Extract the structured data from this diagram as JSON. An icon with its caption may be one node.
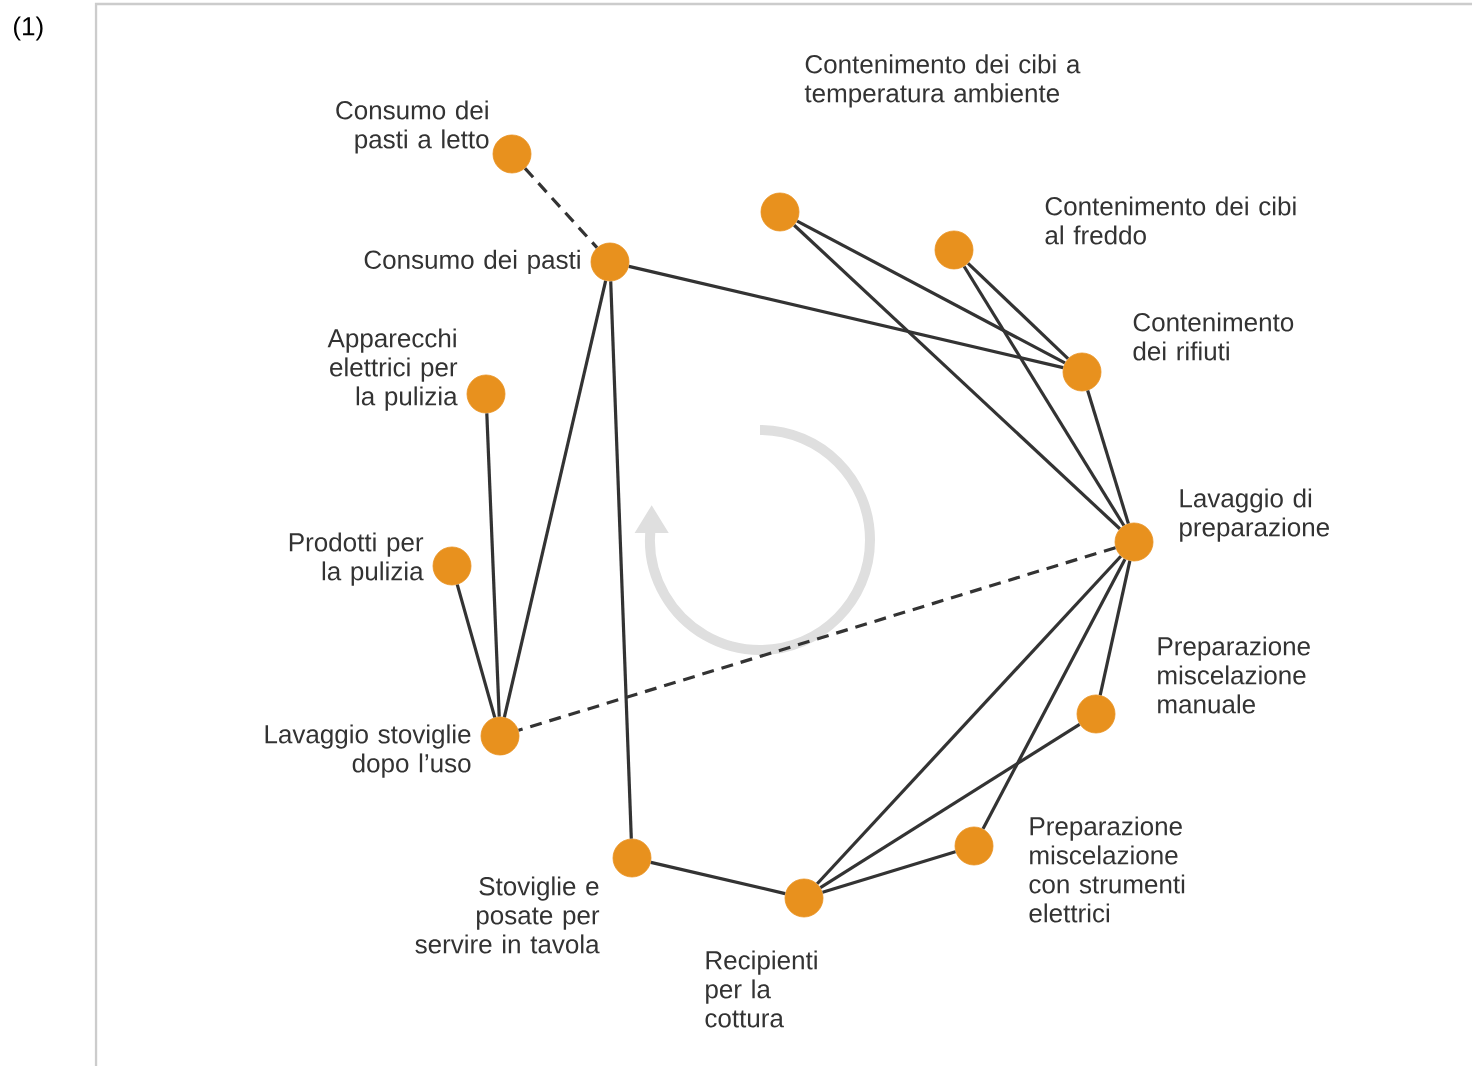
{
  "diagram": {
    "nodes": [
      {
        "text": [],
        "shape": "circle",
        "beside": [
          "Consumo dei pasti a letto"
        ]
      },
      {
        "text": [],
        "shape": "circle",
        "beside": [
          "Consumo dei pasti"
        ]
      },
      {
        "text": [],
        "shape": "circle",
        "beside": [
          "Contenimento dei cibi a temperatura ambiente"
        ]
      },
      {
        "text": [],
        "shape": "circle",
        "beside": [
          "Contenimento dei cibi al freddo"
        ]
      },
      {
        "text": [],
        "shape": "circle",
        "beside": [
          "Contenimento dei rifiuti"
        ]
      },
      {
        "text": [],
        "shape": "circle",
        "beside": [
          "Lavaggio di preparazione"
        ]
      },
      {
        "text": [],
        "shape": "circle",
        "beside": [
          "Preparazione miscelazione manuale"
        ]
      },
      {
        "text": [],
        "shape": "circle",
        "beside": [
          "Preparazione miscelazione con strumenti elettrici"
        ]
      },
      {
        "text": [],
        "shape": "circle",
        "beside": [
          "Recipienti per la cottura"
        ]
      },
      {
        "text": [],
        "shape": "circle",
        "beside": [
          "Stoviglie e posate per servire in tavola"
        ]
      },
      {
        "text": [],
        "shape": "circle",
        "beside": [
          "Lavaggio stoviglie dopo l’uso"
        ]
      },
      {
        "text": [],
        "shape": "circle",
        "beside": [
          "Prodotti per la pulizia"
        ]
      },
      {
        "text": [],
        "shape": "circle",
        "beside": [
          "Apparecchi elettrici per la pulizia"
        ]
      }
    ],
    "edges": [
      {
        "from": 0,
        "to": 1,
        "arrow": "none",
        "style": "dashed"
      },
      {
        "from": 1,
        "to": 4,
        "arrow": "none"
      },
      {
        "from": 1,
        "to": 10,
        "arrow": "none"
      },
      {
        "from": 1,
        "to": 9,
        "arrow": "none"
      },
      {
        "from": 2,
        "to": 4,
        "arrow": "none"
      },
      {
        "from": 2,
        "to": 5,
        "arrow": "none"
      },
      {
        "from": 3,
        "to": 4,
        "arrow": "none"
      },
      {
        "from": 3,
        "to": 5,
        "arrow": "none"
      },
      {
        "from": 4,
        "to": 5,
        "arrow": "none"
      },
      {
        "from": 5,
        "to": 10,
        "arrow": "none",
        "style": "dashed"
      },
      {
        "from": 5,
        "to": 8,
        "arrow": "none"
      },
      {
        "from": 5,
        "to": 7,
        "arrow": "none"
      },
      {
        "from": 5,
        "to": 6,
        "arrow": "none"
      },
      {
        "from": 6,
        "to": 8,
        "arrow": "none"
      },
      {
        "from": 7,
        "to": 8,
        "arrow": "none"
      },
      {
        "from": 8,
        "to": 9,
        "arrow": "none"
      },
      {
        "from": 10,
        "to": 11,
        "arrow": "none"
      },
      {
        "from": 10,
        "to": 12,
        "arrow": "none"
      }
    ],
    "labels": [
      "(1)"
    ]
  }
}
